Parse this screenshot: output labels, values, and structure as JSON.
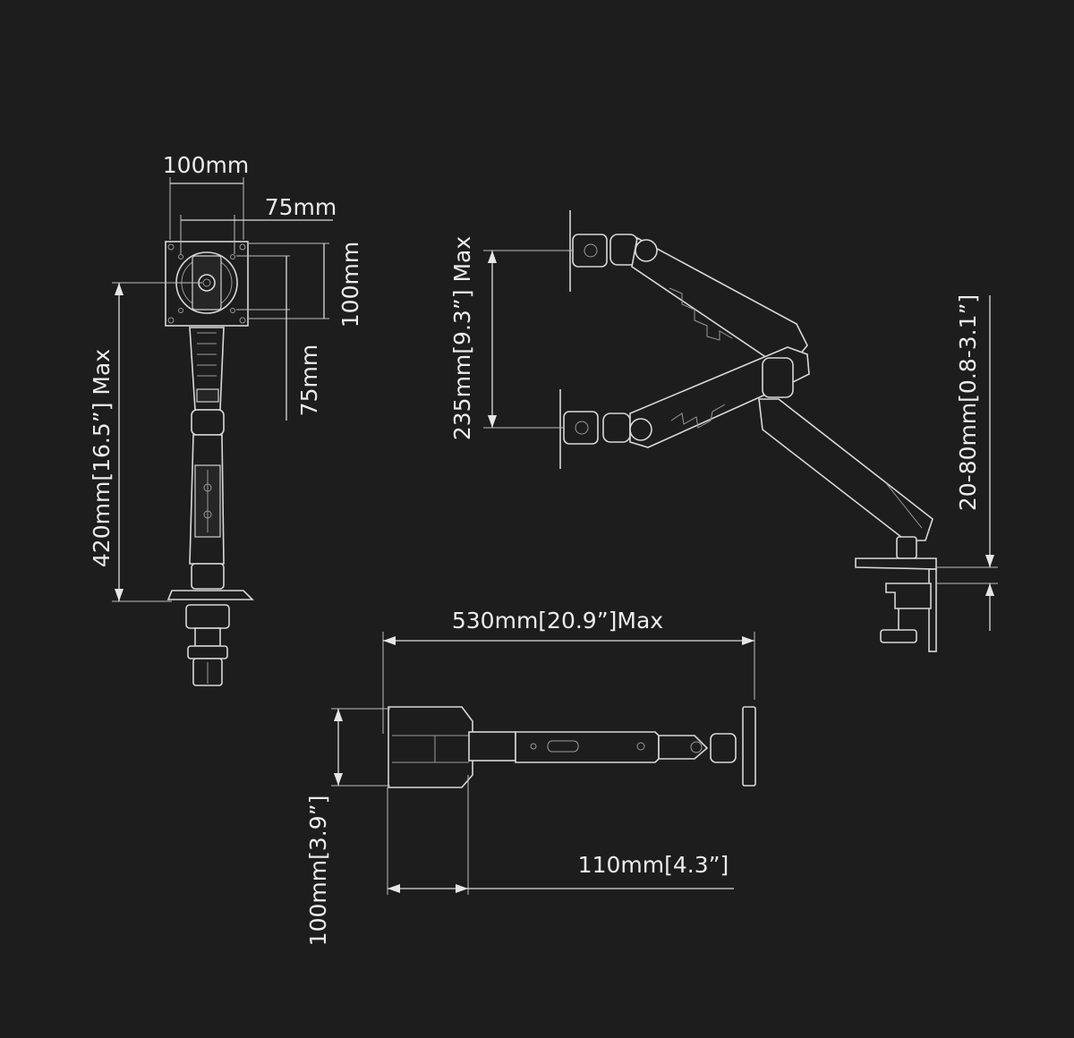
{
  "dimensions": {
    "vesa_width": "100mm",
    "vesa_inner_width": "75mm",
    "vesa_height": "100mm",
    "vesa_inner_height": "75mm",
    "pole_height": "420mm[16.5”] Max",
    "height_adjust": "235mm[9.3”] Max",
    "desk_thickness": "20-80mm[0.8-3.1”]",
    "arm_reach": "530mm[20.9”]Max",
    "base_depth": "100mm[3.9”]",
    "base_width": "110mm[4.3”]"
  },
  "colors": {
    "background": "#1d1d1d",
    "line": "#d8d8d8",
    "text": "#ececec"
  }
}
